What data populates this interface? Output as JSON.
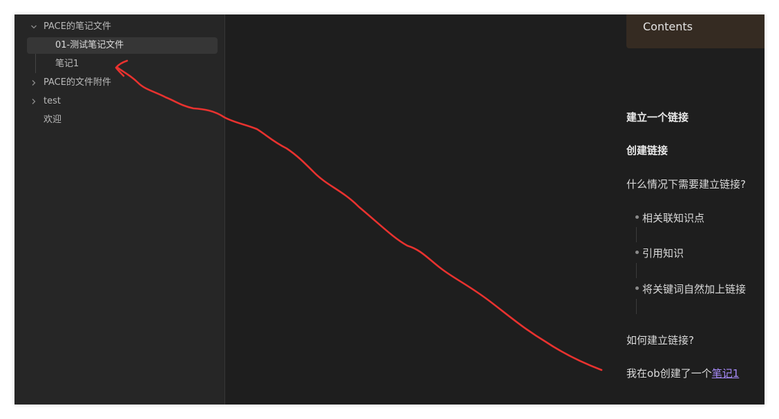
{
  "sidebar": {
    "tree": [
      {
        "type": "folder",
        "label": "PACE的笔记文件",
        "expanded": true,
        "icon": "chevron-down-icon"
      },
      {
        "type": "file",
        "label": "01-测试笔记文件",
        "active": true
      },
      {
        "type": "file",
        "label": "笔记1",
        "active": false
      },
      {
        "type": "folder",
        "label": "PACE的文件附件",
        "expanded": false,
        "icon": "chevron-right-icon"
      },
      {
        "type": "folder",
        "label": "test",
        "expanded": false,
        "icon": "chevron-right-icon"
      },
      {
        "type": "file-root",
        "label": "欢迎"
      }
    ]
  },
  "editor": {
    "contents_label": "Contents",
    "heading_1": "建立一个链接",
    "heading_2": "创建链接",
    "question_1": "什么情况下需要建立链接?",
    "bullets": [
      "相关联知识点",
      "引用知识",
      "将关键词自然加上链接"
    ],
    "question_2": "如何建立链接?",
    "sentence_prefix": "我在ob创建了一个",
    "link_text": "笔记1"
  },
  "colors": {
    "background": "#1e1e1e",
    "sidebar": "#262626",
    "active_item": "#363636",
    "contents_card": "#352b22",
    "link": "#a88bfa",
    "annotation_arrow": "#e8322f"
  }
}
